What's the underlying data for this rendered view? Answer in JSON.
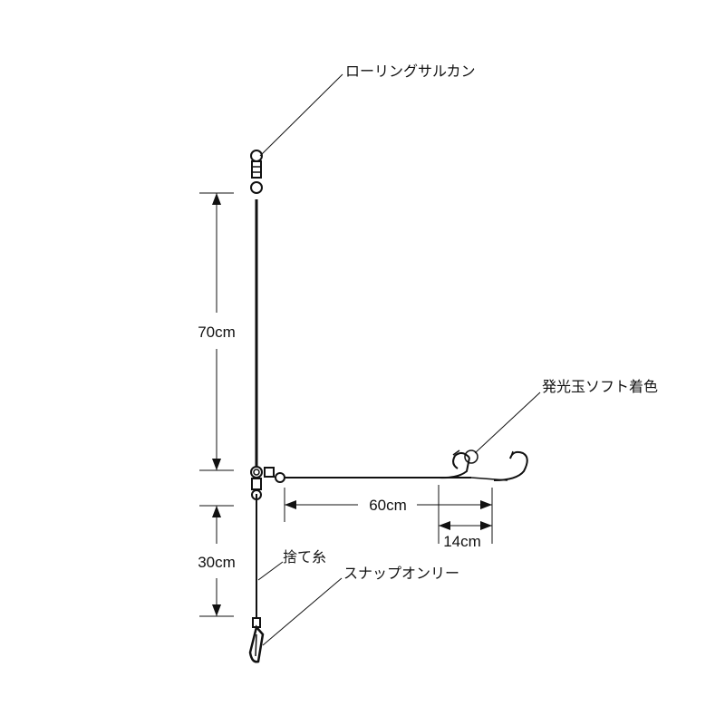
{
  "labels": {
    "swivel": "ローリングサルカン",
    "bead": "発光玉ソフト着色",
    "sinker_line": "捨て糸",
    "snap": "スナップオンリー"
  },
  "dimensions": {
    "main_line": "70cm",
    "sinker_section": "30cm",
    "branch_line": "60cm",
    "hook_spacing": "14cm"
  },
  "colors": {
    "line": "#111111",
    "background": "#ffffff"
  }
}
